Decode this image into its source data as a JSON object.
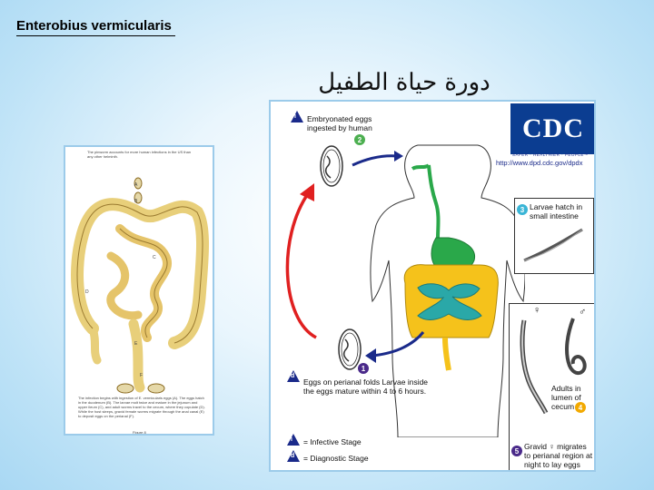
{
  "title": "Enterobius vermicularis",
  "heading_ar": "دورة حياة الطفيل",
  "left_figure": {
    "caption_top": "The pinworm accounts for more human infections in the US than any other helminth.",
    "letters": [
      "A",
      "B",
      "C",
      "D",
      "E",
      "F"
    ],
    "caption_bottom": "The infection begins with ingestion of E. vermicularis eggs (A). The eggs hatch in the duodenum (B). The larvae molt twice and mature in the jejunum and upper ileum (C), and adult worms travel to the cecum, where they copulate (D). While the host sleeps, gravid female worms migrate through the anal canal (E) to deposit eggs on the perianal (F).",
    "figure_label": "Figure 8"
  },
  "cdc": {
    "logo": "CDC",
    "tagline": "SAFER · HEALTHIER · PEOPLE™",
    "url": "http://www.dpd.cdc.gov/dpdx"
  },
  "lifecycle": {
    "step1_label": "Embryonated eggs ingested by human",
    "step2_num": "2",
    "step3_label": "Larvae hatch in small intestine",
    "step3_num": "3",
    "step4_label": "Adults in lumen of cecum",
    "step4_num": "4",
    "step5_label": "Gravid ♀ migrates to perianal region at night to lay eggs",
    "step5_num": "5",
    "step_d_label": "Eggs on perianal folds Larvae inside the eggs mature within 4 to 6 hours.",
    "step1_num": "1",
    "tri_i": "i",
    "tri_d": "d",
    "female_sym": "♀",
    "male_sym": "♂",
    "legend_infective": "= Infective Stage",
    "legend_diagnostic": "= Diagnostic Stage"
  },
  "colors": {
    "arrow_red": "#e02020",
    "arrow_blue": "#1a2a8a",
    "badge_purple": "#4a2a8a",
    "badge_green": "#4caf50",
    "badge_cyan": "#3ab5d6",
    "badge_orange": "#f2a900",
    "stomach_green": "#2aa84a",
    "intestine_yellow": "#f5c21b",
    "small_int_teal": "#2aa8a8"
  }
}
